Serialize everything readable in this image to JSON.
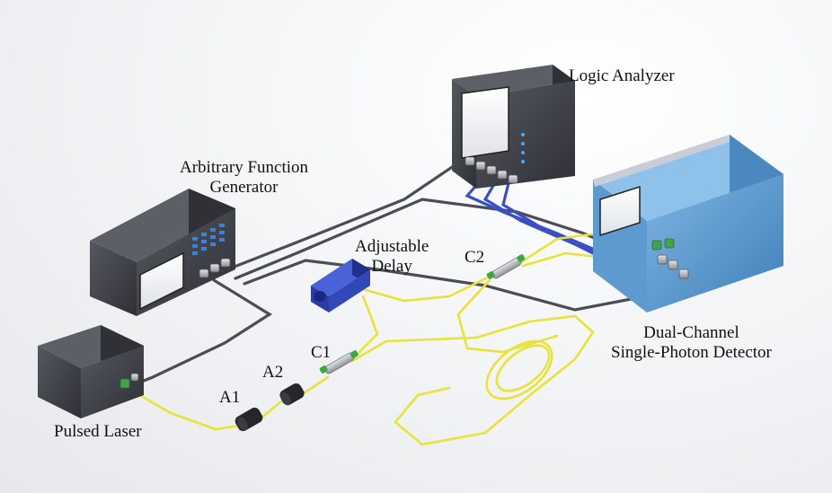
{
  "labels": {
    "logic_analyzer": "Logic Analyzer",
    "afg_line1": "Arbitrary Function",
    "afg_line2": "Generator",
    "delay_line1": "Adjustable",
    "delay_line2": "Delay",
    "c2": "C2",
    "c1": "C1",
    "a1": "A1",
    "a2": "A2",
    "pulsed_laser": "Pulsed Laser",
    "spd_line1": "Dual-Channel",
    "spd_line2": "Single-Photon Detector"
  },
  "colors": {
    "fiber": "#e8e23a",
    "coax": "#4a4d55",
    "signal_cable": "#3a4fc4",
    "device_body": "#3c3f46",
    "detector_body": "#5b9bd1",
    "connector_green": "#3aa845"
  }
}
